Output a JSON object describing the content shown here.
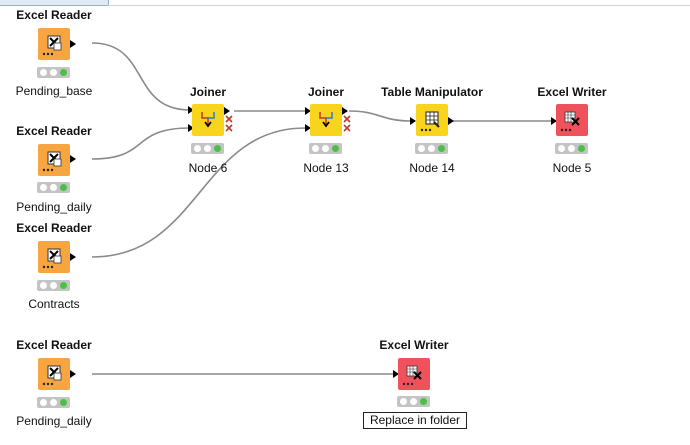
{
  "nodes": {
    "er1": {
      "title": "Excel Reader",
      "label": "Pending_base",
      "icon": "excel-reader-icon"
    },
    "er2": {
      "title": "Excel Reader",
      "label": "Pending_daily",
      "icon": "excel-reader-icon"
    },
    "er3": {
      "title": "Excel Reader",
      "label": "Contracts",
      "icon": "excel-reader-icon"
    },
    "j1": {
      "title": "Joiner",
      "label": "Node 6",
      "icon": "joiner-icon"
    },
    "j2": {
      "title": "Joiner",
      "label": "Node 13",
      "icon": "joiner-icon"
    },
    "tm": {
      "title": "Table Manipulator",
      "label": "Node 14",
      "icon": "table-manipulator-icon"
    },
    "ew1": {
      "title": "Excel Writer",
      "label": "Node 5",
      "icon": "excel-writer-icon"
    },
    "er4": {
      "title": "Excel Reader",
      "label": "Pending_daily",
      "icon": "excel-reader-icon"
    },
    "ew2": {
      "title": "Excel Writer",
      "label": "Replace in folder",
      "icon": "excel-writer-icon"
    }
  },
  "colors": {
    "reader": "#f7a541",
    "joiner": "#f8d41c",
    "writer": "#f0525b",
    "status_ok": "#4cbf48",
    "connection": "#8a8a8a"
  }
}
